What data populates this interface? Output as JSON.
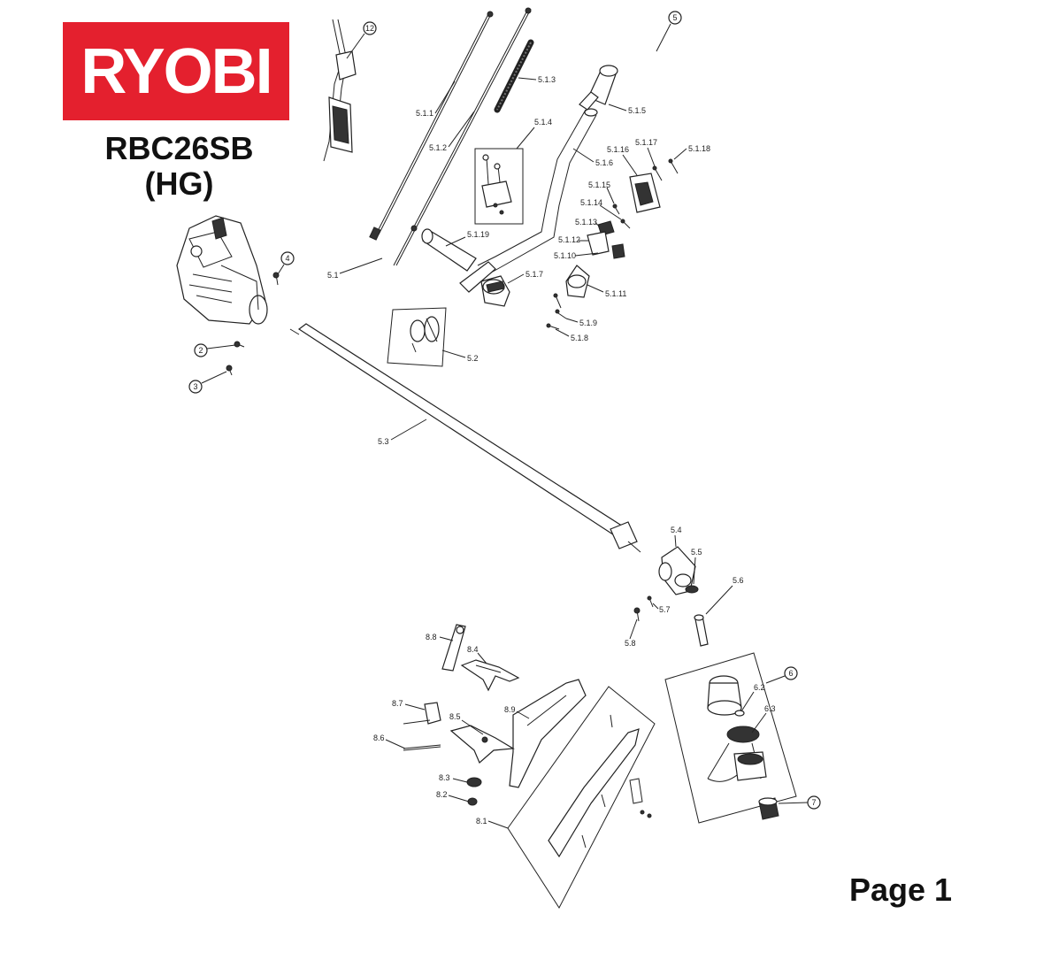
{
  "brand": {
    "logo_text": "RYOBI",
    "logo_color": "#e4202e"
  },
  "model": {
    "line1": "RBC26SB",
    "line2": "(HG)"
  },
  "page": {
    "label": "Page 1"
  },
  "callouts": {
    "c12": "12",
    "c5": "5",
    "c4": "4",
    "c2": "2",
    "c3": "3",
    "c6": "6",
    "c7": "7",
    "p5_1_1": "5.1.1",
    "p5_1_2": "5.1.2",
    "p5_1_3": "5.1.3",
    "p5_1_4": "5.1.4",
    "p5_1_5": "5.1.5",
    "p5_1_6": "5.1.6",
    "p5_1_7": "5.1.7",
    "p5_1_8": "5.1.8",
    "p5_1_9": "5.1.9",
    "p5_1_10": "5.1.10",
    "p5_1_11": "5.1.11",
    "p5_1_12": "5.1.12",
    "p5_1_13": "5.1.13",
    "p5_1_14": "5.1.14",
    "p5_1_15": "5.1.15",
    "p5_1_16": "5.1.16",
    "p5_1_17": "5.1.17",
    "p5_1_18": "5.1.18",
    "p5_1_19": "5.1.19",
    "p5_1": "5.1",
    "p5_2": "5.2",
    "p5_3": "5.3",
    "p5_4": "5.4",
    "p5_5": "5.5",
    "p5_6": "5.6",
    "p5_7": "5.7",
    "p5_8": "5.8",
    "p6_2": "6.2",
    "p6_3": "6.3",
    "p8_1": "8.1",
    "p8_2": "8.2",
    "p8_3": "8.3",
    "p8_4": "8.4",
    "p8_5": "8.5",
    "p8_6": "8.6",
    "p8_7": "8.7",
    "p8_8": "8.8",
    "p8_9": "8.9"
  }
}
